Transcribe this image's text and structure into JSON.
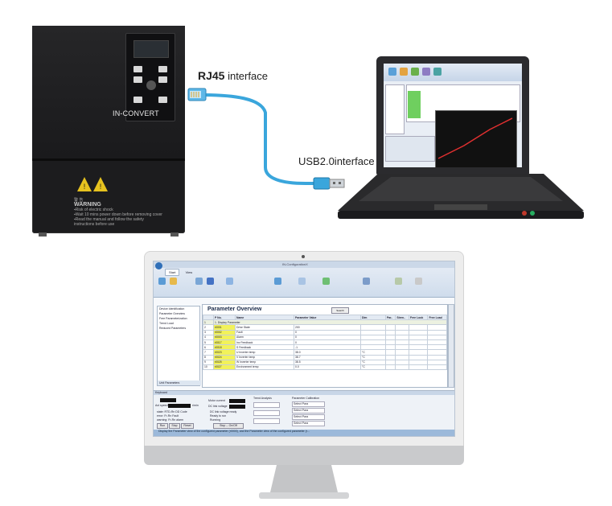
{
  "labels": {
    "rj45_strong": "RJ45",
    "rj45_rest": " interface",
    "usb": "USB2.0interface"
  },
  "inverter": {
    "brand": "IN-CONVERT",
    "warning_cn": "警  告",
    "warning_en": "WARNING",
    "warning_lines": [
      "▪Risk of electric shock",
      "▪Wait 10 mins power down before removing cover",
      "▪Read the manual and follow the safety instructions before use"
    ]
  },
  "software": {
    "title": "IN-ConfigurationX",
    "tabs": [
      "Start",
      "View"
    ],
    "tree_items": [
      "Device Identification",
      "Parameter Overview",
      "Free Parameterization",
      "Trend Load",
      "Reduced Parameters"
    ],
    "tree_footer": "Unit Parameters",
    "panel_title": "Parameter Overview",
    "search_button": "Search",
    "columns": [
      "",
      "P No.",
      "Name",
      "Parameter Value",
      "Dim",
      "Par..",
      "Stren..",
      "Free Look",
      "Free Load"
    ],
    "group_row": "1. Display Parameter",
    "rows": [
      {
        "n": "2",
        "pno": "r0001",
        "name": "Drive State",
        "value": "200",
        "dim": ""
      },
      {
        "n": "3",
        "pno": "r0002",
        "name": "Fault",
        "value": "0",
        "dim": ""
      },
      {
        "n": "4",
        "pno": "r0003",
        "name": "Alarm",
        "value": "0",
        "dim": ""
      },
      {
        "n": "5",
        "pno": "r0017",
        "name": "Inv Feedback",
        "value": "0",
        "dim": ""
      },
      {
        "n": "6",
        "pno": "r0018",
        "name": "S Feedback",
        "value": "-1",
        "dim": ""
      },
      {
        "n": "7",
        "pno": "r0023",
        "name": "U Inverter temp",
        "value": "38.0",
        "dim": "°C"
      },
      {
        "n": "8",
        "pno": "r0024",
        "name": "V Inverter temp",
        "value": "38.7",
        "dim": "°C"
      },
      {
        "n": "9",
        "pno": "r0025",
        "name": "W Inverter temp",
        "value": "38.5",
        "dim": "°C"
      },
      {
        "n": "10",
        "pno": "r0027",
        "name": "Environment temp",
        "value": "0.0",
        "dim": "°C"
      }
    ],
    "keypad": {
      "header": "Keyboard",
      "act_speed": "Act speed",
      "unit": "r/min",
      "motor_current": "Motor current",
      "dc_voltage": "DC link voltage",
      "states": [
        "state: RTD-Rn DD Code",
        "error: Fr-Rn Fault",
        "warning: Fr-Rn alarm"
      ],
      "radios": [
        "DC link voltage ready",
        "Ready to run",
        "Running"
      ],
      "buttons": [
        "Run",
        "Stop",
        "Reset"
      ],
      "stop_button": "Stop -- On/Off",
      "trend_header": "Trend Analysis",
      "calib_header": "Parameter Calibration",
      "select_fields": [
        "Select Para",
        "Select Para",
        "Select Para",
        "Select Para"
      ]
    },
    "status_text": "Display the Parameter view of the configured parameter (r0000), and the Parameter view of the configured parameter (r..."
  }
}
